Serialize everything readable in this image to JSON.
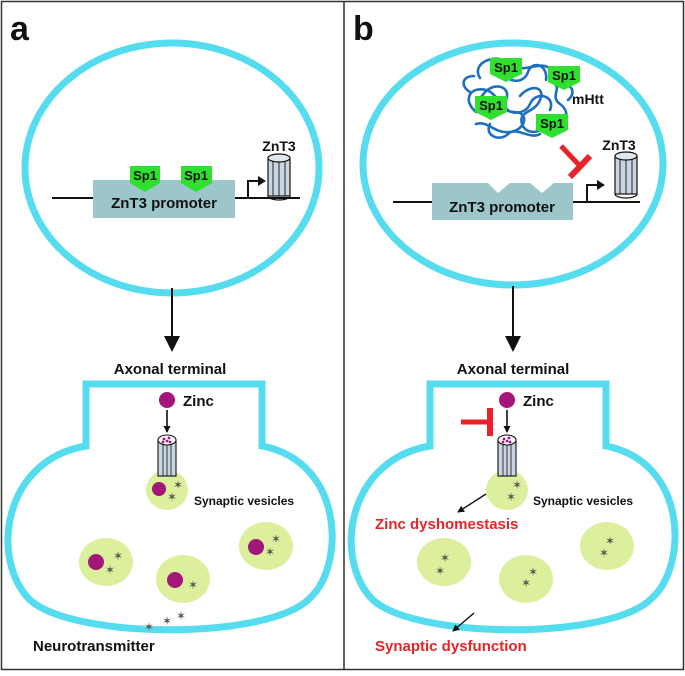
{
  "colors": {
    "membrane": "#55dcee",
    "promoter_box": "#9cc6c9",
    "sp1_fill": "#2fe02f",
    "vesicle": "#dcef9c",
    "zinc": "#a3177a",
    "neurotransmitter": "#555555",
    "inhibit": "#e8232a",
    "mhtt": "#1e6fc0",
    "text_red": "#e8232a"
  },
  "panel_a": {
    "letter": "a",
    "sp1_left": "Sp1",
    "sp1_right": "Sp1",
    "promoter_label": "ZnT3 promoter",
    "gene_label": "ZnT3",
    "terminal_label": "Axonal terminal",
    "zinc_label": "Zinc",
    "vesicles_label": "Synaptic vesicles",
    "neurotransmitter_label": "Neurotransmitter"
  },
  "panel_b": {
    "letter": "b",
    "sp1_tags": [
      "Sp1",
      "Sp1",
      "Sp1",
      "Sp1"
    ],
    "mhtt_label": "mHtt",
    "promoter_label": "ZnT3 promoter",
    "gene_label": "ZnT3",
    "terminal_label": "Axonal terminal",
    "zinc_label": "Zinc",
    "vesicles_label": "Synaptic vesicles",
    "dyshomeostasis_label": "Zinc dyshomestasis",
    "dysfunction_label": "Synaptic dysfunction"
  },
  "icons": {
    "zinc_transporter": "cylinder-icon",
    "inhibition": "t-bar-inhibition-icon",
    "transcription_start": "bent-arrow-icon"
  }
}
